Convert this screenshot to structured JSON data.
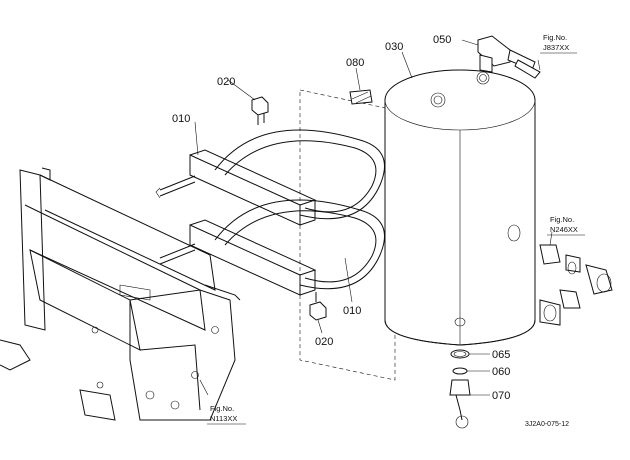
{
  "parts": {
    "p010_top": "010",
    "p010_bottom": "010",
    "p020_top": "020",
    "p020_bottom": "020",
    "p030": "030",
    "p050": "050",
    "p060": "060",
    "p065": "065",
    "p070": "070",
    "p080": "080"
  },
  "refs": {
    "fig_label": "Fig.No.",
    "ref_top": "J837XX",
    "ref_mid": "N246XX",
    "ref_bottom": "N113XX"
  },
  "drawing_code": "3J2A0-075-12"
}
